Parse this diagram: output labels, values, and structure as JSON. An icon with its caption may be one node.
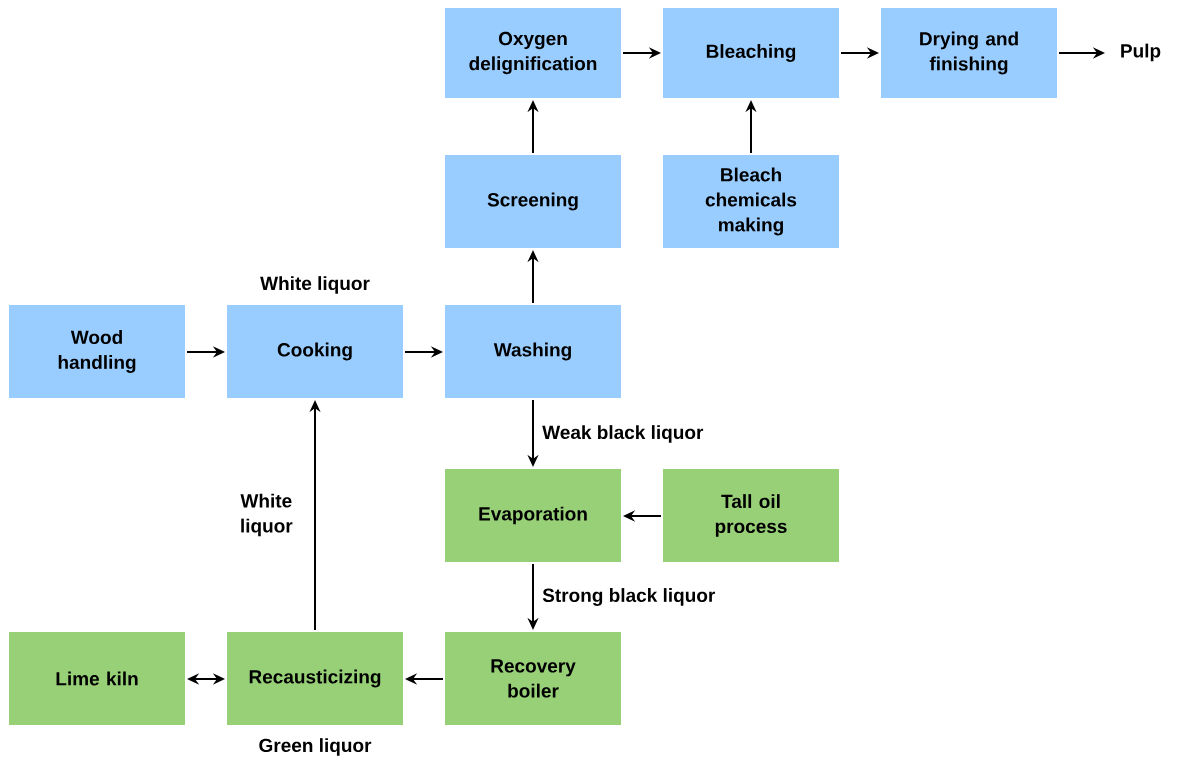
{
  "diagram": {
    "nodes": [
      {
        "text": [
          "Oxygen delignification"
        ]
      },
      {
        "text": [
          "Bleaching"
        ]
      },
      {
        "text": [
          "Drying and finishing"
        ]
      },
      {
        "text": [
          "Pulp"
        ]
      },
      {
        "text": [
          "Screening"
        ]
      },
      {
        "text": [
          "Bleach chemicals making"
        ]
      },
      {
        "text": [
          "Wood handling"
        ]
      },
      {
        "text": [
          "Cooking"
        ],
        "beside": [
          "White liquor"
        ]
      },
      {
        "text": [
          "Washing"
        ]
      },
      {
        "text": [
          "Evaporation"
        ]
      },
      {
        "text": [
          "Tall oil process"
        ]
      },
      {
        "text": [
          "Lime kiln"
        ]
      },
      {
        "text": [
          "Recausticizing"
        ],
        "beside": [
          "Green liquor"
        ]
      },
      {
        "text": [
          "Recovery boiler"
        ]
      }
    ],
    "edges": [
      {
        "from": 0,
        "to": 1,
        "arrow": "to"
      },
      {
        "from": 1,
        "to": 2,
        "arrow": "to"
      },
      {
        "from": 2,
        "to": 3,
        "arrow": "to"
      },
      {
        "from": 4,
        "to": 0,
        "arrow": "to"
      },
      {
        "from": 5,
        "to": 1,
        "arrow": "to"
      },
      {
        "from": 6,
        "to": 7,
        "arrow": "to"
      },
      {
        "from": 7,
        "to": 8,
        "arrow": "to"
      },
      {
        "from": 8,
        "to": 4,
        "arrow": "to"
      },
      {
        "from": 8,
        "to": 9,
        "arrow": "to",
        "label": "Weak black liquor"
      },
      {
        "from": 10,
        "to": 9,
        "arrow": "to"
      },
      {
        "from": 9,
        "to": 13,
        "arrow": "to",
        "label": "Strong black liquor"
      },
      {
        "from": 13,
        "to": 12,
        "arrow": "to"
      },
      {
        "from": 12,
        "to": 11,
        "arrow": "both"
      },
      {
        "from": 12,
        "to": 7,
        "arrow": "to",
        "label": "White liquor"
      }
    ]
  }
}
